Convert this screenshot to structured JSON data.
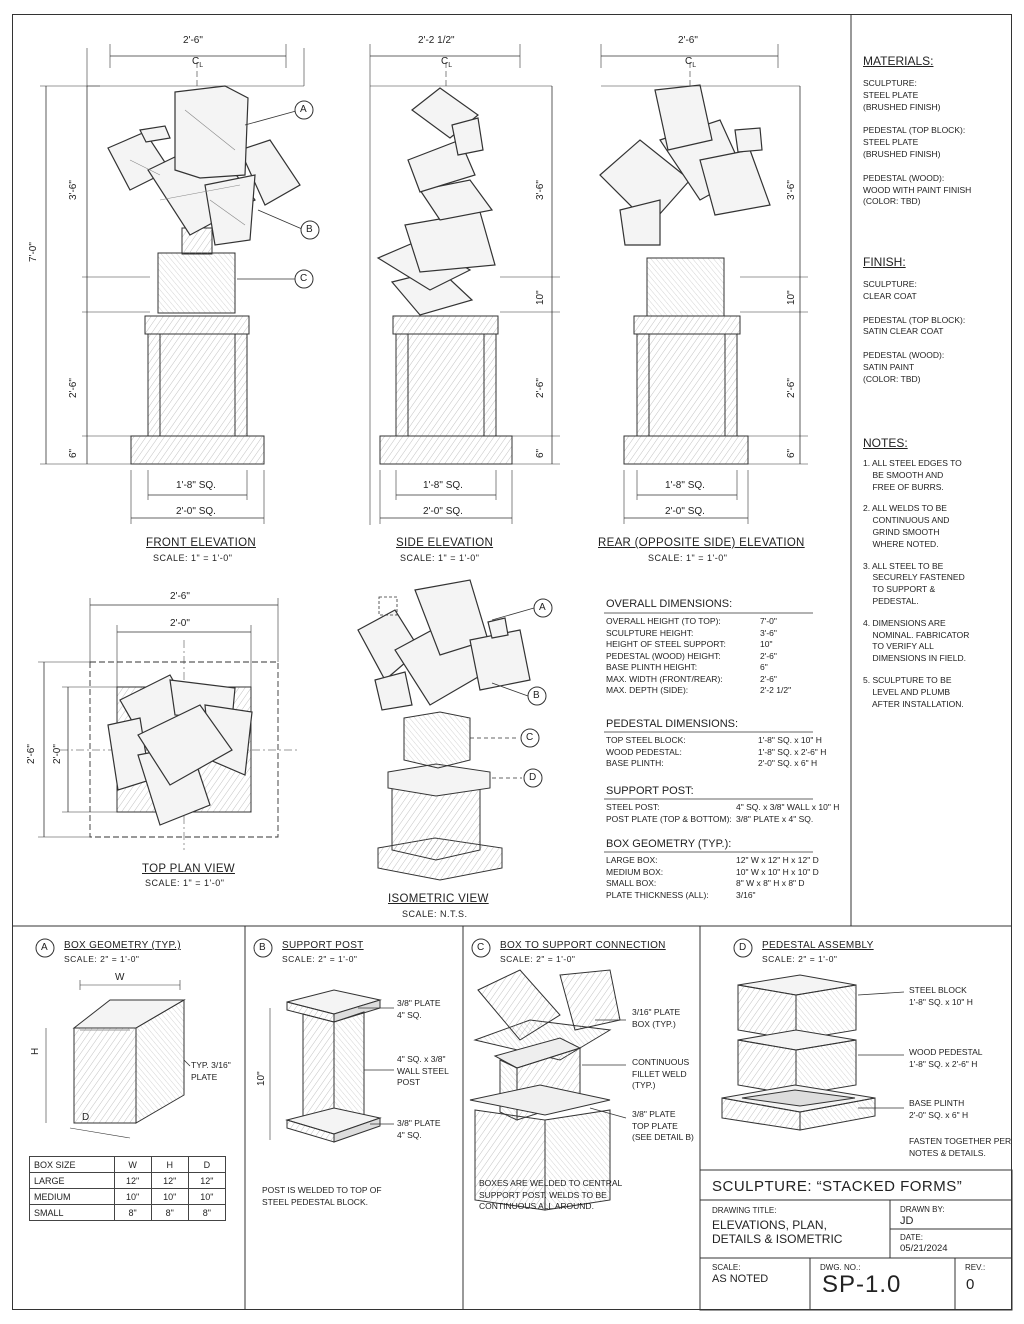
{
  "front": {
    "width_dim": "2'-6\"",
    "cl": "C",
    "cl_sub": "L",
    "total": "7'-0\"",
    "sculpt": "3'-6\"",
    "ped": "2'-6\"",
    "plinth": "6\"",
    "inner": "1'-8\" SQ.",
    "outer": "2'-0\" SQ.",
    "caption": "FRONT ELEVATION",
    "scale": "SCALE: 1\" = 1'-0\"",
    "callA": "A",
    "callB": "B",
    "callC": "C"
  },
  "side": {
    "width_dim": "2'-2 1/2\"",
    "sculpt": "3'-6\"",
    "post": "10\"",
    "ped": "2'-6\"",
    "plinth": "6\"",
    "inner": "1'-8\" SQ.",
    "outer": "2'-0\" SQ.",
    "caption": "SIDE ELEVATION",
    "scale": "SCALE: 1\" = 1'-0\""
  },
  "rear": {
    "width_dim": "2'-6\"",
    "sculpt": "3'-6\"",
    "post": "10\"",
    "ped": "2'-6\"",
    "plinth": "6\"",
    "inner": "1'-8\" SQ.",
    "outer": "2'-0\" SQ.",
    "caption": "REAR (OPPOSITE SIDE) ELEVATION",
    "scale": "SCALE: 1\" = 1'-0\""
  },
  "plan": {
    "outer": "2'-6\"",
    "inner": "2'-0\"",
    "left_outer": "2'-6\"",
    "left_inner": "2'-0\"",
    "caption": "TOP PLAN VIEW",
    "scale": "SCALE: 1\" = 1'-0\""
  },
  "iso": {
    "caption": "ISOMETRIC VIEW",
    "scale": "SCALE: N.T.S.",
    "callA": "A",
    "callB": "B",
    "callC": "C",
    "callD": "D"
  },
  "materials": {
    "title": "MATERIALS:",
    "items": [
      "SCULPTURE:\nSTEEL PLATE\n(BRUSHED FINISH)",
      "PEDESTAL (TOP BLOCK):\nSTEEL PLATE\n(BRUSHED FINISH)",
      "PEDESTAL (WOOD):\nWOOD WITH PAINT FINISH\n(COLOR: TBD)"
    ]
  },
  "finish": {
    "title": "FINISH:",
    "items": [
      "SCULPTURE:\nCLEAR COAT",
      "PEDESTAL (TOP BLOCK):\nSATIN CLEAR COAT",
      "PEDESTAL (WOOD):\nSATIN PAINT\n(COLOR: TBD)"
    ]
  },
  "notes": {
    "title": "NOTES:",
    "items": [
      "1. ALL STEEL EDGES TO\n    BE SMOOTH AND\n    FREE OF BURRS.",
      "2. ALL WELDS TO BE\n    CONTINUOUS AND\n    GRIND SMOOTH\n    WHERE NOTED.",
      "3. ALL STEEL TO BE\n    SECURELY FASTENED\n    TO SUPPORT &\n    PEDESTAL.",
      "4. DIMENSIONS ARE\n    NOMINAL. FABRICATOR\n    TO VERIFY ALL\n    DIMENSIONS IN FIELD.",
      "5. SCULPTURE TO BE\n    LEVEL AND PLUMB\n    AFTER INSTALLATION."
    ]
  },
  "overall": {
    "title": "OVERALL DIMENSIONS:",
    "rows": [
      [
        "OVERALL HEIGHT (TO TOP):",
        "7'-0\""
      ],
      [
        "SCULPTURE HEIGHT:",
        "3'-6\""
      ],
      [
        "HEIGHT OF STEEL SUPPORT:",
        "10\""
      ],
      [
        "PEDESTAL (WOOD) HEIGHT:",
        "2'-6\""
      ],
      [
        "BASE PLINTH HEIGHT:",
        "6\""
      ],
      [
        "MAX. WIDTH (FRONT/REAR):",
        "2'-6\""
      ],
      [
        "MAX. DEPTH (SIDE):",
        "2'-2 1/2\""
      ]
    ]
  },
  "pedestal_dims": {
    "title": "PEDESTAL DIMENSIONS:",
    "rows": [
      [
        "TOP STEEL BLOCK:",
        "1'-8\" SQ. x 10\" H"
      ],
      [
        "WOOD PEDESTAL:",
        "1'-8\" SQ. x 2'-6\" H"
      ],
      [
        "BASE PLINTH:",
        "2'-0\" SQ. x 6\" H"
      ]
    ]
  },
  "support_post": {
    "title": "SUPPORT POST:",
    "rows": [
      [
        "STEEL POST:",
        "4\" SQ. x 3/8\" WALL x 10\" H"
      ],
      [
        "POST PLATE (TOP & BOTTOM):",
        "3/8\" PLATE x 4\" SQ."
      ]
    ]
  },
  "box_geo": {
    "title": "BOX GEOMETRY (TYP.):",
    "rows": [
      [
        "LARGE BOX:",
        "12\" W x 12\" H x 12\" D"
      ],
      [
        "MEDIUM BOX:",
        "10\" W x 10\" H x 10\" D"
      ],
      [
        "SMALL BOX:",
        "8\" W x 8\" H x 8\" D"
      ],
      [
        "PLATE THICKNESS (ALL):",
        "3/16\""
      ]
    ]
  },
  "detailA": {
    "letter": "A",
    "title": "BOX GEOMETRY (TYP.)",
    "scale": "SCALE: 2\" = 1'-0\"",
    "w": "W",
    "h": "H",
    "d": "D",
    "plate": "TYP. 3/16\"\nPLATE",
    "table_head": [
      "BOX SIZE",
      "W",
      "H",
      "D"
    ],
    "table_rows": [
      [
        "LARGE",
        "12\"",
        "12\"",
        "12\""
      ],
      [
        "MEDIUM",
        "10\"",
        "10\"",
        "10\""
      ],
      [
        "SMALL",
        "8\"",
        "8\"",
        "8\""
      ]
    ]
  },
  "detailB": {
    "letter": "B",
    "title": "SUPPORT POST",
    "scale": "SCALE: 2\" = 1'-0\"",
    "plate_top": "3/8\" PLATE\n4\" SQ.",
    "wall": "4\" SQ. x 3/8\"\nWALL STEEL\nPOST",
    "plate_bot": "3/8\" PLATE\n4\" SQ.",
    "height": "10\"",
    "note": "POST IS WELDED TO TOP OF\nSTEEL PEDESTAL BLOCK."
  },
  "detailC": {
    "letter": "C",
    "title": "BOX TO SUPPORT CONNECTION",
    "scale": "SCALE: 2\" = 1'-0\"",
    "l1": "3/16\" PLATE\nBOX (TYP.)",
    "l2": "CONTINUOUS\nFILLET WELD\n(TYP.)",
    "l3": "3/8\" PLATE\nTOP PLATE\n(SEE DETAIL B)",
    "note": "BOXES ARE WELDED TO CENTRAL\nSUPPORT POST. WELDS TO BE\nCONTINUOUS ALL AROUND."
  },
  "detailD": {
    "letter": "D",
    "title": "PEDESTAL ASSEMBLY",
    "scale": "SCALE: 2\" = 1'-0\"",
    "l1": "STEEL BLOCK\n1'-8\" SQ. x 10\" H",
    "l2": "WOOD PEDESTAL\n1'-8\" SQ. x 2'-6\" H",
    "l3": "BASE PLINTH\n2'-0\" SQ. x 6\" H",
    "note": "FASTEN TOGETHER PER\nNOTES & DETAILS."
  },
  "title_block": {
    "project": "SCULPTURE:  “STACKED FORMS”",
    "drawing_title_label": "DRAWING TITLE:",
    "drawing_title": "ELEVATIONS, PLAN,\nDETAILS & ISOMETRIC",
    "drawn_by_label": "DRAWN BY:",
    "drawn_by": "JD",
    "date_label": "DATE:",
    "date": "05/21/2024",
    "scale_label": "SCALE:",
    "scale": "AS NOTED",
    "dwg_label": "DWG. NO.:",
    "dwg": "SP-1.0",
    "rev_label": "REV.:",
    "rev": "0"
  }
}
